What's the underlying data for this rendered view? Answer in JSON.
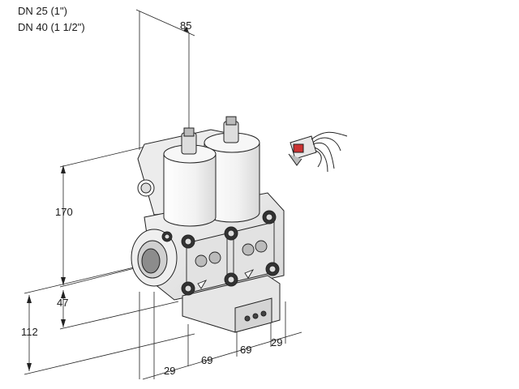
{
  "header": {
    "size_line_1": "DN 25 (1\")",
    "size_line_2": "DN 40 (1 1/2\")"
  },
  "dimensions": {
    "top_width": "85",
    "height_total": "170",
    "height_lower": "47",
    "height_flange": "112",
    "base_offset_left": "29",
    "module_width_1": "69",
    "module_width_2": "69",
    "base_offset_right": "29"
  }
}
